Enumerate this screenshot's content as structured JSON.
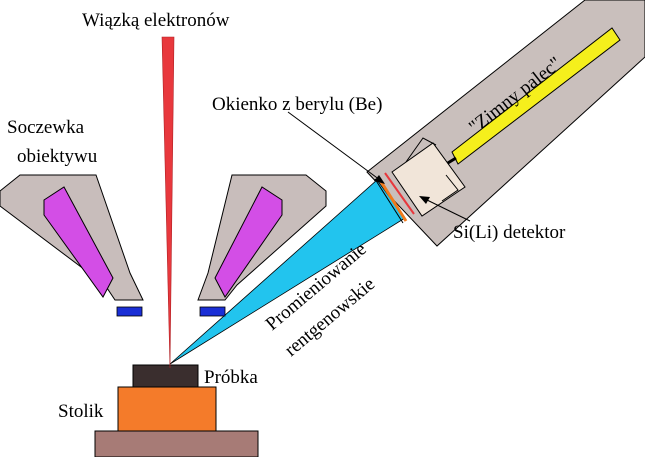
{
  "labels": {
    "electron_beam": "Wiązką elektronów",
    "objective_lens_line1": "Soczewka",
    "objective_lens_line2": "obiektywu",
    "be_window": "Okienko z berylu (Be)",
    "cold_finger": "\"Zimny palec\"",
    "detector": "Si(Li) detektor",
    "xray_line1": "Promieniowanie",
    "xray_line2": "rentgenowskie",
    "sample": "Próbka",
    "stage": "Stolik"
  },
  "colors": {
    "beam": "#e8383d",
    "lens_body": "#c8bdbb",
    "lens_coil": "#d34ee6",
    "pole_piece": "#1a2fd6",
    "xray_cone": "#22c4ee",
    "detector_housing": "#c9bfbc",
    "cold_finger": "#f5ef1c",
    "crystal": "#f1e5d9",
    "sample": "#3a2e2e",
    "stage_top": "#f47b2a",
    "stage_base": "#a77b76"
  }
}
